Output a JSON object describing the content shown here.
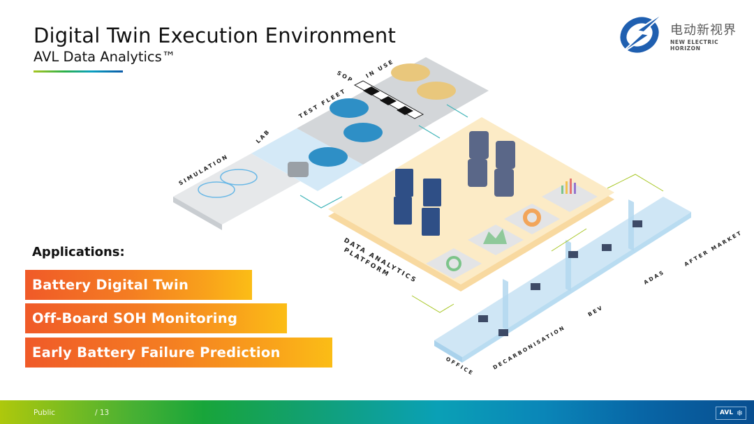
{
  "header": {
    "title": "Digital Twin Execution Environment",
    "subtitle": "AVL Data Analytics™"
  },
  "brand": {
    "name_cn": "电动新视界",
    "name_en": "NEW ELECTRIC HORIZON",
    "icon": "lightning-bolt-circle-icon",
    "color": "#1f5fb0"
  },
  "applications": {
    "heading": "Applications:",
    "items": [
      {
        "label": "Battery Digital Twin"
      },
      {
        "label": "Off-Board SOH Monitoring"
      },
      {
        "label": "Early Battery Failure Prediction"
      }
    ],
    "gradient_start": "#f05a28",
    "gradient_end": "#fbbd16"
  },
  "illustration": {
    "lifecycle_labels": [
      "SIMULATION",
      "LAB",
      "TEST FLEET",
      "SOP",
      "IN USE"
    ],
    "platform_label_line1": "DATA ANALYTICS",
    "platform_label_line2": "PLATFORM",
    "office_labels": [
      "OFFICE",
      "DECARBONISATION",
      "BEV",
      "ADAS",
      "AFTER MARKET"
    ]
  },
  "footer": {
    "classification": "Public",
    "page": "/ 13",
    "logo_text": "AVL",
    "logo_icon": "snowflake-icon"
  }
}
